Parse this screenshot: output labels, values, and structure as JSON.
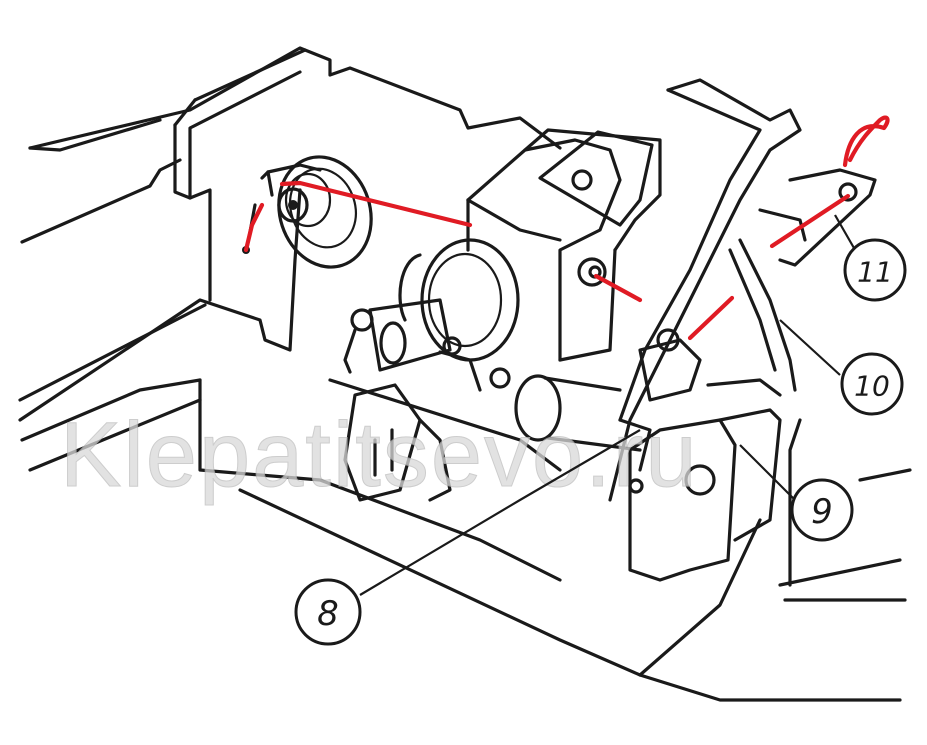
{
  "watermark": "Klepatitsevo.ru",
  "callouts": [
    {
      "label": "8",
      "id": "callout-8"
    },
    {
      "label": "9",
      "id": "callout-9"
    },
    {
      "label": "10",
      "id": "callout-10"
    },
    {
      "label": "11",
      "id": "callout-11"
    }
  ],
  "colors": {
    "ink": "#1a1a1a",
    "thread": "#e01b24",
    "background": "#ffffff"
  }
}
